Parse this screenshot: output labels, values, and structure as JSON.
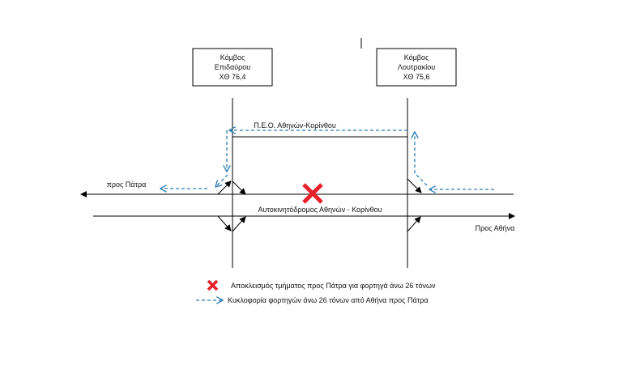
{
  "nodes": [
    {
      "line1": "Κόμβος",
      "line2": "Επιδαύρου",
      "line3": "ΧΘ 76,4"
    },
    {
      "line1": "Κόμβος",
      "line2": "Λουτρακίου",
      "line3": "ΧΘ 75,6"
    }
  ],
  "labels": {
    "peo": "Π.Ε.Ο. Αθηνών-Κορίνθου",
    "to_patra": "προς Πάτρα",
    "motorway": "Αυτοκινητόδρομος Αθηνών - Κορίνθου",
    "to_athina": "Προς Αθήνα"
  },
  "legend": [
    {
      "symbol": "red-x",
      "text": "Αποκλεισμός τμήματος προς Πάτρα για φορτηγά άνω 26 τόνων"
    },
    {
      "symbol": "dashed-arrow",
      "text": "Κυκλοφορία φορτηγών άνω 26 τόνων από Αθήνα προς Πάτρα"
    }
  ],
  "colors": {
    "detour": "#2f7fb5",
    "closure": "#e8202a",
    "line": "#000000"
  }
}
